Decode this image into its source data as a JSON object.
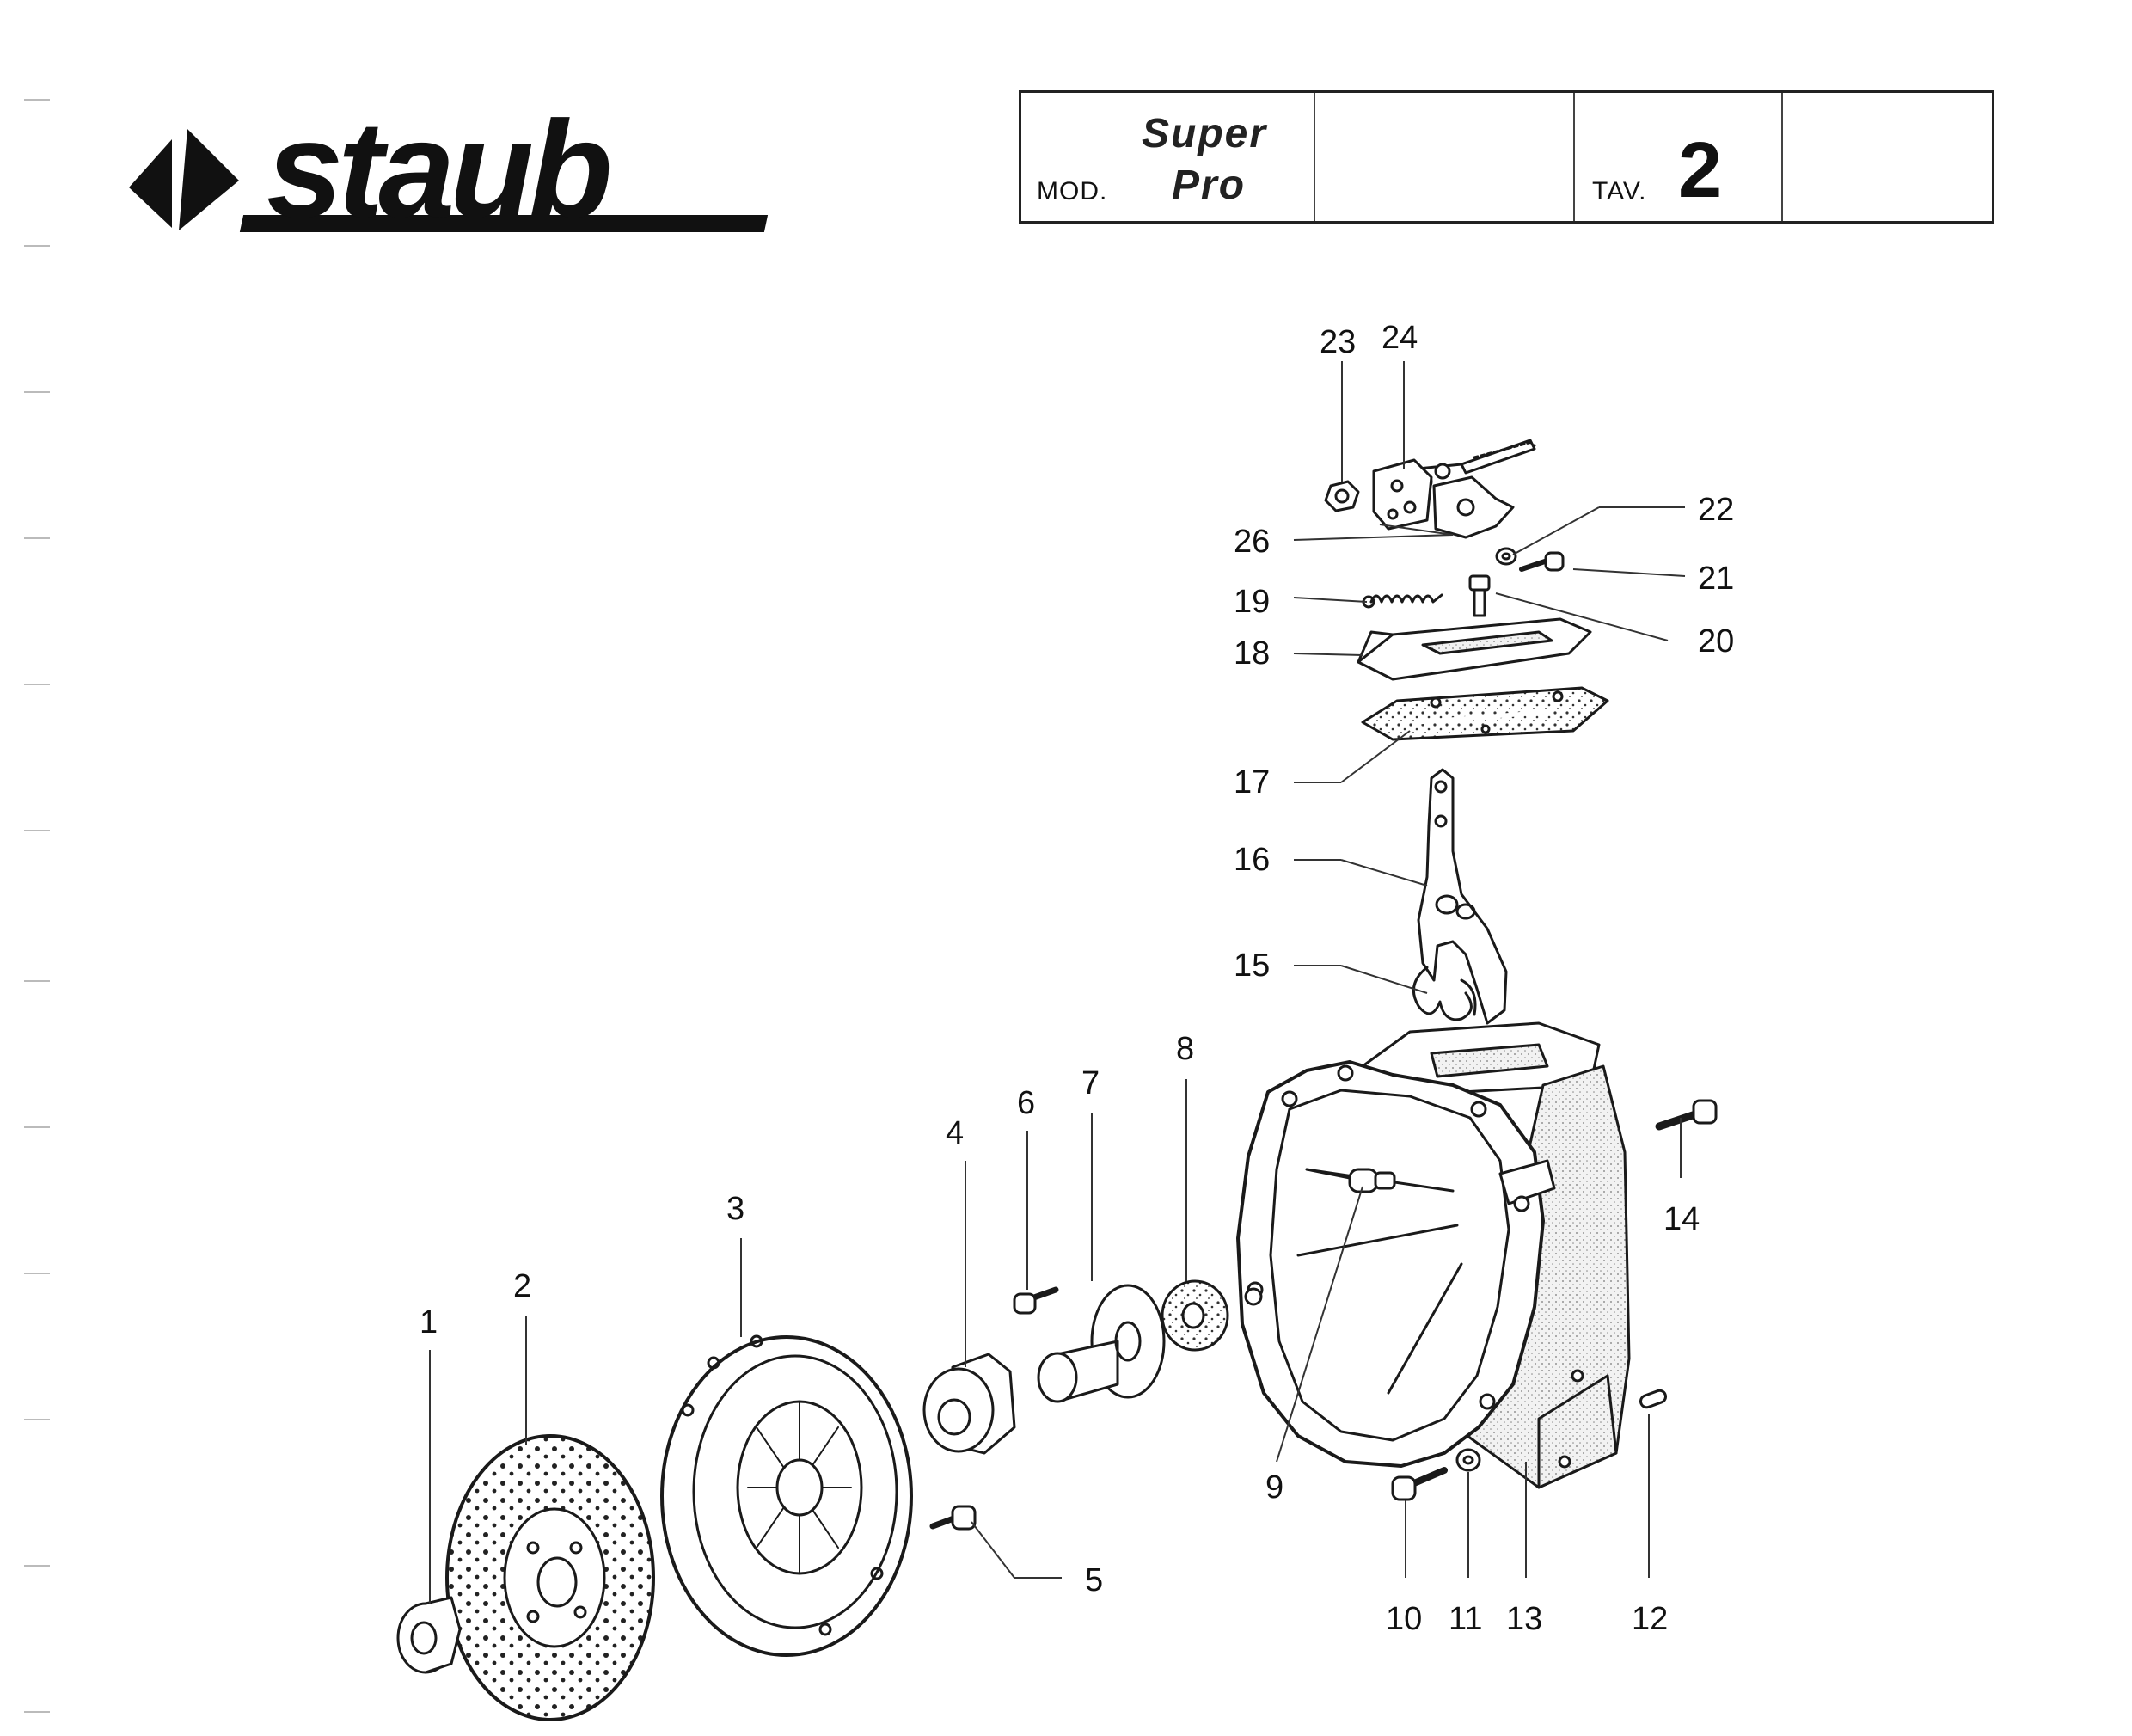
{
  "brand": {
    "logo_text": "staub"
  },
  "title_block": {
    "mod_label": "MOD.",
    "model_line1": "Super",
    "model_line2": "Pro",
    "tav_label": "TAV.",
    "tav_number": "2"
  },
  "callouts": [
    "1",
    "2",
    "3",
    "4",
    "5",
    "6",
    "7",
    "8",
    "9",
    "10",
    "11",
    "12",
    "13",
    "14",
    "15",
    "16",
    "17",
    "18",
    "19",
    "20",
    "21",
    "22",
    "23",
    "24",
    "26"
  ]
}
